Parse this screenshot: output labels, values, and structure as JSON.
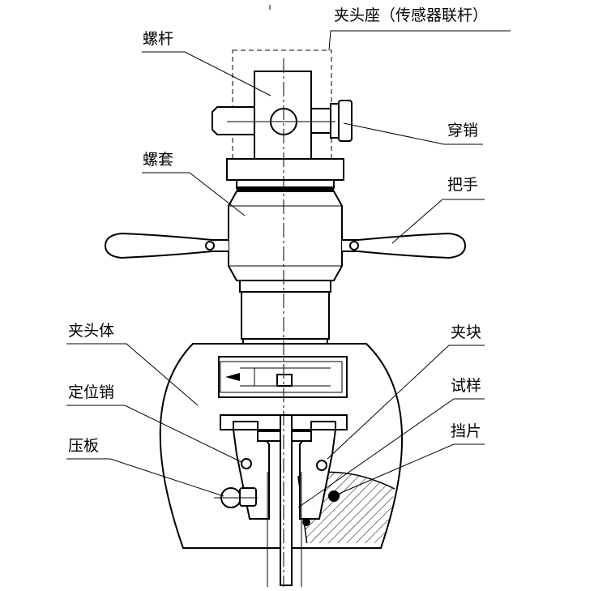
{
  "labels": {
    "clamp_seat": "夹头座（传感器联杆）",
    "screw_rod": "螺杆",
    "pin": "穿销",
    "screw_sleeve": "螺套",
    "handle": "把手",
    "clamp_body": "夹头体",
    "clamp_block": "夹块",
    "locating_pin": "定位销",
    "specimen": "试样",
    "pressure_plate": "压板",
    "baffle": "挡片"
  }
}
